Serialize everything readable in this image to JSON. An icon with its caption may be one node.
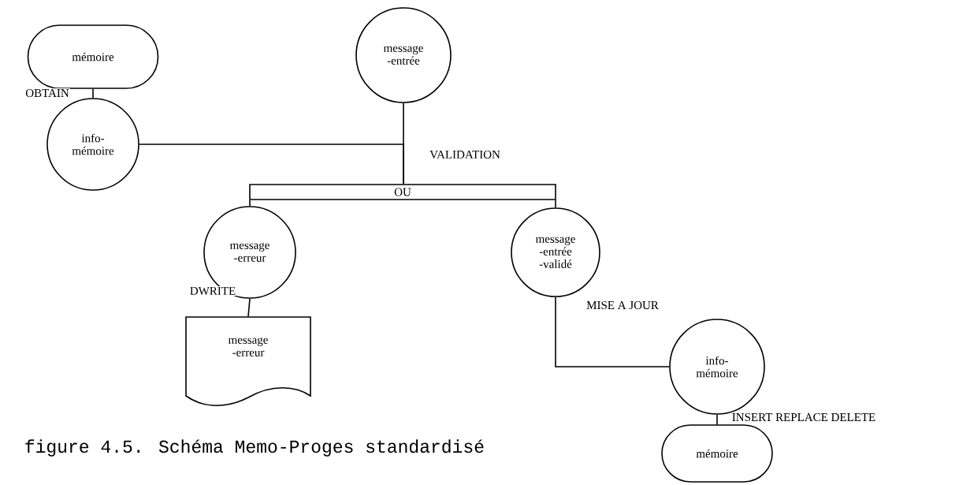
{
  "diagram": {
    "caption": "figure 4.5. Schéma Memo-Proges standardisé",
    "nodes": [
      {
        "text": [
          "mémoire"
        ]
      },
      {
        "text": [
          "message -entrée"
        ]
      },
      {
        "text": [
          "info- mémoire"
        ]
      },
      {
        "text": [
          "OU"
        ]
      },
      {
        "text": [
          "message -erreur"
        ]
      },
      {
        "text": [
          "message -entrée -validé"
        ]
      },
      {
        "text": [
          "message -erreur"
        ]
      },
      {
        "text": [
          "info- mémoire"
        ]
      },
      {
        "text": [
          "mémoire"
        ]
      }
    ],
    "edges": [
      {
        "from": 0,
        "to": 2,
        "arrow": "none",
        "label": "OBTAIN"
      },
      {
        "from": 1,
        "to": 3,
        "arrow": "none",
        "label": "VALIDATION"
      },
      {
        "from": 2,
        "to": 3,
        "arrow": "none"
      },
      {
        "from": 3,
        "to": 4,
        "arrow": "none"
      },
      {
        "from": 3,
        "to": 5,
        "arrow": "none"
      },
      {
        "from": 4,
        "to": 6,
        "arrow": "none",
        "label": "DWRITE"
      },
      {
        "from": 5,
        "to": 7,
        "arrow": "none",
        "label": "MISE A JOUR"
      },
      {
        "from": 7,
        "to": 8,
        "arrow": "none",
        "label": "INSERT REPLACE DELETE"
      }
    ]
  }
}
